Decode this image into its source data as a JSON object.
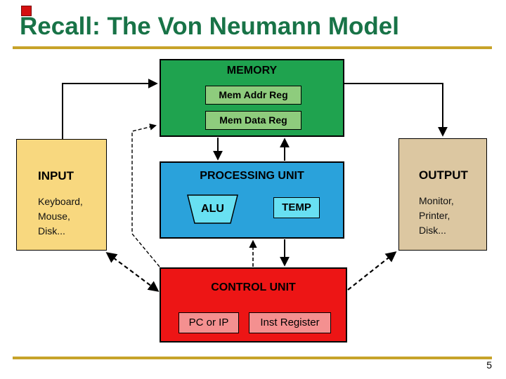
{
  "slide": {
    "title": "Recall: The Von Neumann Model",
    "page_number": "5"
  },
  "colors": {
    "title_green": "#187347",
    "separator_gold": "#c7a32a",
    "memory_green": "#1fa34f",
    "register_light_green": "#8ecc7d",
    "input_yellow": "#f8d87f",
    "processing_blue": "#2aa2db",
    "processing_light_cyan": "#68e0f2",
    "output_tan": "#dcc7a1",
    "control_red": "#ed1515",
    "control_light_pink": "#f49090",
    "bullet_red": "#d41010"
  },
  "memory": {
    "title": "MEMORY",
    "addr_reg": "Mem Addr Reg",
    "data_reg": "Mem Data Reg"
  },
  "input": {
    "title": "INPUT",
    "lines": [
      "Keyboard,",
      "Mouse,",
      "Disk..."
    ]
  },
  "processing": {
    "title": "PROCESSING UNIT",
    "alu": "ALU",
    "temp": "TEMP"
  },
  "output": {
    "title": "OUTPUT",
    "lines": [
      "Monitor,",
      "Printer,",
      "Disk..."
    ]
  },
  "control": {
    "title": "CONTROL UNIT",
    "pc": "PC or IP",
    "inst": "Inst Register"
  }
}
